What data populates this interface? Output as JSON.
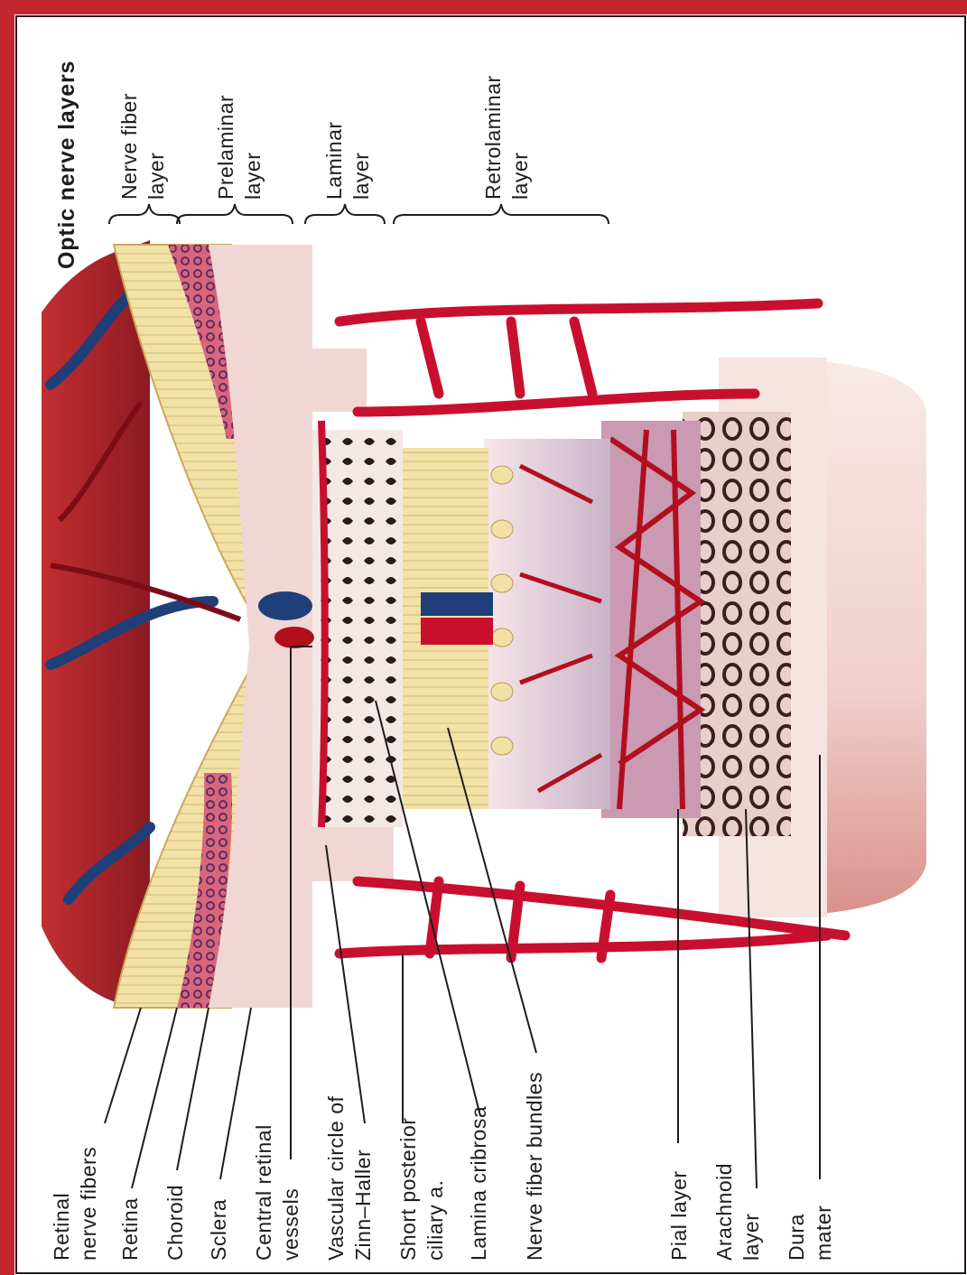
{
  "title": "Optic nerve layers",
  "layers": [
    {
      "lines": [
        "Nerve fiber",
        "layer"
      ]
    },
    {
      "lines": [
        "Prelaminar",
        "layer"
      ]
    },
    {
      "lines": [
        "Laminar",
        "layer"
      ]
    },
    {
      "lines": [
        "Retrolaminar",
        "layer"
      ]
    }
  ],
  "labels": [
    {
      "lines": [
        "Retinal",
        "nerve fibers"
      ]
    },
    {
      "lines": [
        "Retina"
      ]
    },
    {
      "lines": [
        "Choroid"
      ]
    },
    {
      "lines": [
        "Sclera"
      ]
    },
    {
      "lines": [
        "Central retinal",
        "vessels"
      ]
    },
    {
      "lines": [
        "Vascular circle of",
        "Zinn–Haller"
      ]
    },
    {
      "lines": [
        "Short posterior",
        "ciliary a."
      ]
    },
    {
      "lines": [
        "Lamina cribrosa"
      ]
    },
    {
      "lines": [
        "Nerve fiber bundles"
      ]
    },
    {
      "lines": [
        "Pial layer"
      ]
    },
    {
      "lines": [
        "Arachnoid",
        "layer"
      ]
    },
    {
      "lines": [
        "Dura",
        "mater"
      ]
    }
  ],
  "colors": {
    "frame": "#c4262e",
    "artery": "#c8102e",
    "vein": "#1f3f7a",
    "nerve_fiber": "#f3e2a6",
    "sclera": "#f1d7d3",
    "retina": "#b82a2e",
    "choroid": "#8b1c2a"
  }
}
